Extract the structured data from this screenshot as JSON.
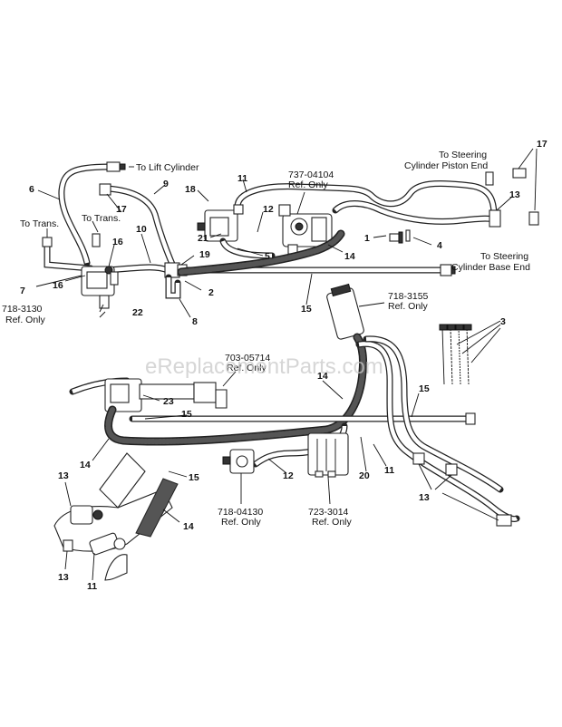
{
  "callouts": {
    "n1": "1",
    "n2": "2",
    "n4": "4",
    "n5": "5",
    "n6": "6",
    "n7": "7",
    "n8": "8",
    "n9": "9",
    "n10": "10",
    "n11a": "11",
    "n11b": "11",
    "n11c": "11",
    "n12a": "12",
    "n12b": "12",
    "n13a": "13",
    "n13b": "13",
    "n13c": "13",
    "n13d": "13",
    "n14a": "14",
    "n14b": "14",
    "n14c": "14",
    "n14d": "14",
    "n15a": "15",
    "n15b": "15",
    "n15c": "15",
    "n15d": "15",
    "n16a": "16",
    "n16b": "16",
    "n17a": "17",
    "n17b": "17",
    "n18": "18",
    "n19": "19",
    "n20": "20",
    "n21": "21",
    "n22": "22",
    "n23": "23",
    "n3": "3"
  },
  "labels": {
    "to_lift_cylinder": "To Lift Cylinder",
    "to_trans_left": "To Trans.",
    "to_trans_mid": "To Trans.",
    "to_steering_piston_1": "To Steering",
    "to_steering_piston_2": "Cylinder Piston End",
    "to_steering_base_1": "To Steering",
    "to_steering_base_2": "Cylinder Base End",
    "part_737_04104": "737-04104",
    "part_718_3130": "718-3130",
    "part_718_3155": "718-3155",
    "part_703_05714": "703-05714",
    "part_718_04130": "718-04130",
    "part_723_3014": "723-3014",
    "ref_only": "Ref. Only"
  },
  "watermark": "eReplacementParts.com"
}
